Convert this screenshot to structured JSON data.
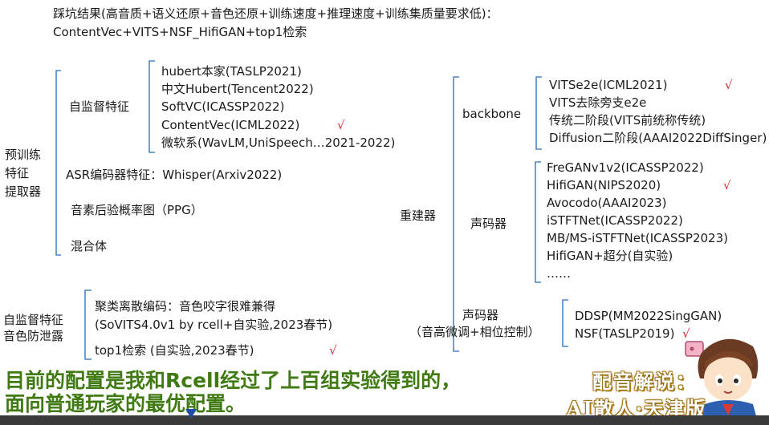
{
  "header": {
    "line1": "踩坑结果(高音质+语义还原+音色还原+训练速度+推理速度+训练集质量要求低)：",
    "line2": "ContentVec+VITS+NSF_HifiGAN+top1检索"
  },
  "left_tree": {
    "root_label": "预训练\n特征\n提取器",
    "root_lines": [
      "预训练",
      "特征",
      "提取器"
    ],
    "self_supervised_label": "自监督特征",
    "self_supervised_items": [
      "hubert本家(TASLP2021)",
      "中文Hubert(Tencent2022)",
      "SoftVC(ICASSP2022)",
      "ContentVec(ICML2022)",
      "微软系(WavLM,UniSpeech…2021-2022)"
    ],
    "contentvec_check": "√",
    "asr_label": "ASR编码器特征：Whisper(Arxiv2022)",
    "ppg_label": "音素后验概率图（PPG）",
    "mixed_label": "混合体"
  },
  "leak_tree": {
    "root_lines": [
      "自监督特征",
      "音色防泄露"
    ],
    "items": [
      "聚类离散编码：音色咬字很难兼得",
      "(SoVITS4.0v1 by rcell+自实验,2023春节)",
      "top1检索 (自实验,2023春节)"
    ],
    "top1_check": "√"
  },
  "right_tree": {
    "root_label": "重建器",
    "backbone_label": "backbone",
    "backbone_items": [
      "VITSe2e(ICML2021)",
      "VITS去除旁支e2e",
      "传统二阶段(VITS前统称传统)",
      "Diffusion二阶段(AAAI2022DiffSinger)"
    ],
    "vits_check": "√",
    "vocoder_label": "声码器",
    "vocoder_items": [
      "FreGANv1v2(ICASSP2022)",
      "HifiGAN(NIPS2020)",
      "Avocodo(AAAI2023)",
      "iSTFTNet(ICASSP2022)",
      "MB/MS-iSTFTNet(ICASSP2023)",
      "HifiGAN+超分(自实验)",
      "……"
    ],
    "hifigan_check": "√",
    "pitch_vocoder_label_1": "声码器",
    "pitch_vocoder_label_2": "（音高微调+相位控制）",
    "pitch_vocoder_items": [
      "DDSP(MM2022SingGAN)",
      "NSF(TASLP2019)"
    ],
    "nsf_check": "√"
  },
  "subtitle": {
    "line1": "目前的配置是我和Rcell经过了上百组实验得到的，",
    "line2": "面向普通玩家的最优配置。"
  },
  "credit": {
    "line1": "配音解说：",
    "line2": "AI散人·天津版"
  },
  "colors": {
    "bracket": "#4a86c8",
    "check": "#e0282e",
    "subtitle": "#3f7a12",
    "credit_outline": "#b8861f"
  },
  "icons": {
    "avatar": "cartoon-avatar-icon",
    "cursor": "triangle-cursor-icon"
  }
}
